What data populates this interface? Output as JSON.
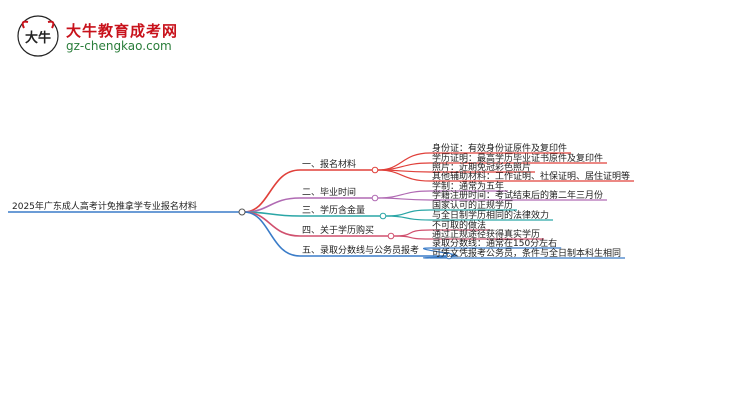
{
  "logo": {
    "mark_text": "大牛",
    "title": "大牛教育成考网",
    "domain": "gz-chengkao.com"
  },
  "mindmap": {
    "root": "2025年广东成人高考计免推拿学专业报名材料",
    "branches": [
      {
        "label": "一、报名材料",
        "color": "#e0403a",
        "leaves": [
          "身份证：有效身份证原件及复印件",
          "学历证明：最高学历毕业证书原件及复印件",
          "照片：近期免冠彩色照片",
          "其他辅助材料：工作证明、社保证明、居住证明等"
        ]
      },
      {
        "label": "二、毕业时间",
        "color": "#b06ab3",
        "leaves": [
          "学制：通常为五年",
          "学籍注册时间：考试结束后的第二年三月份"
        ]
      },
      {
        "label": "三、学历含金量",
        "color": "#2aa6a6",
        "leaves": [
          "国家认可的正规学历",
          "与全日制学历相同的法律效力"
        ]
      },
      {
        "label": "四、关于学历购买",
        "color": "#d0506e",
        "leaves": [
          "不可取的做法",
          "通过正规途径获得真实学历"
        ]
      },
      {
        "label": "五、录取分数线与公务员报考",
        "color": "#3a7cc8",
        "leaves": [
          "录取分数线：通常在150分左右",
          "可凭文凭报考公务员，条件与全日制本科生相同"
        ]
      }
    ]
  }
}
